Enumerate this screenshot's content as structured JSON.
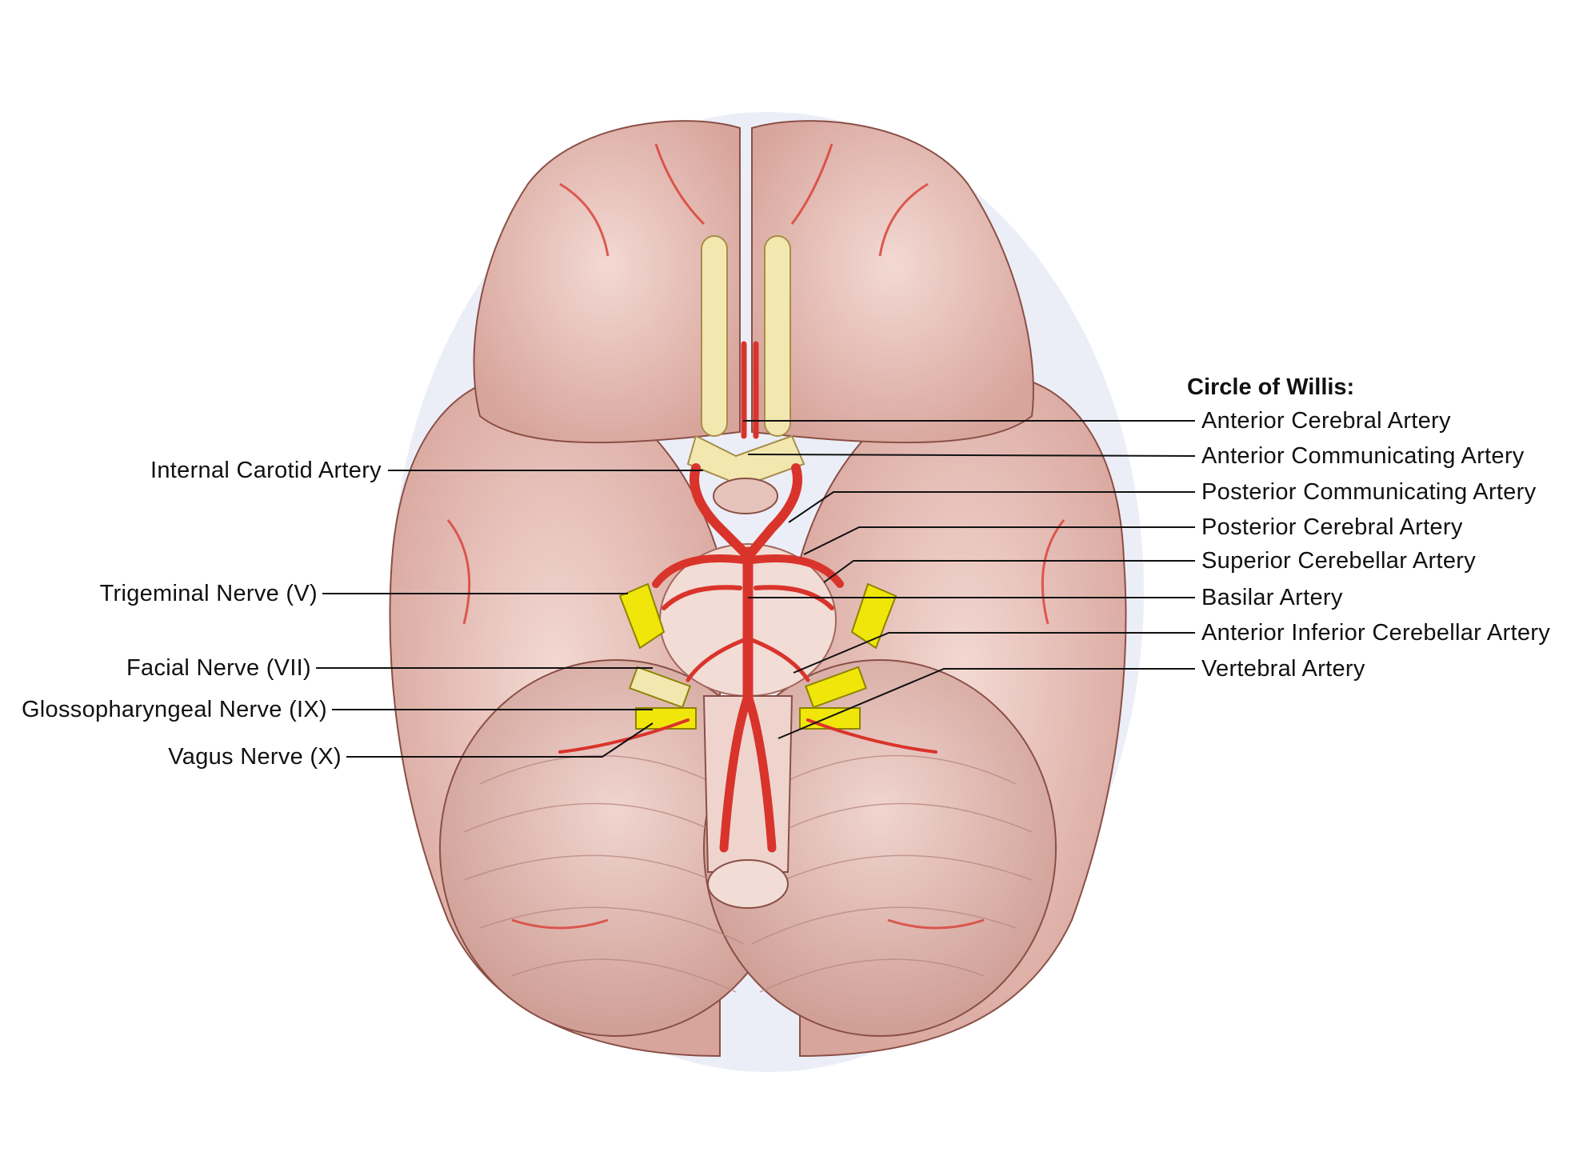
{
  "colors": {
    "brain": "#e9c2bb",
    "artery": "#d9342b",
    "nerve": "#f0e60a",
    "tract": "#f3e7b0",
    "leader": "#111111"
  },
  "right_panel": {
    "title": "Circle of Willis:",
    "labels": [
      "Anterior Cerebral Artery",
      "Anterior Communicating Artery",
      "Posterior Communicating Artery",
      "Posterior Cerebral Artery",
      "Superior Cerebellar Artery",
      "Basilar Artery",
      "Anterior Inferior Cerebellar Artery",
      "Vertebral Artery"
    ]
  },
  "left_panel": {
    "labels": [
      "Internal Carotid Artery",
      "Trigeminal Nerve (V)",
      "Facial Nerve (VII)",
      "Glossopharyngeal Nerve (IX)",
      "Vagus Nerve (X)"
    ]
  }
}
